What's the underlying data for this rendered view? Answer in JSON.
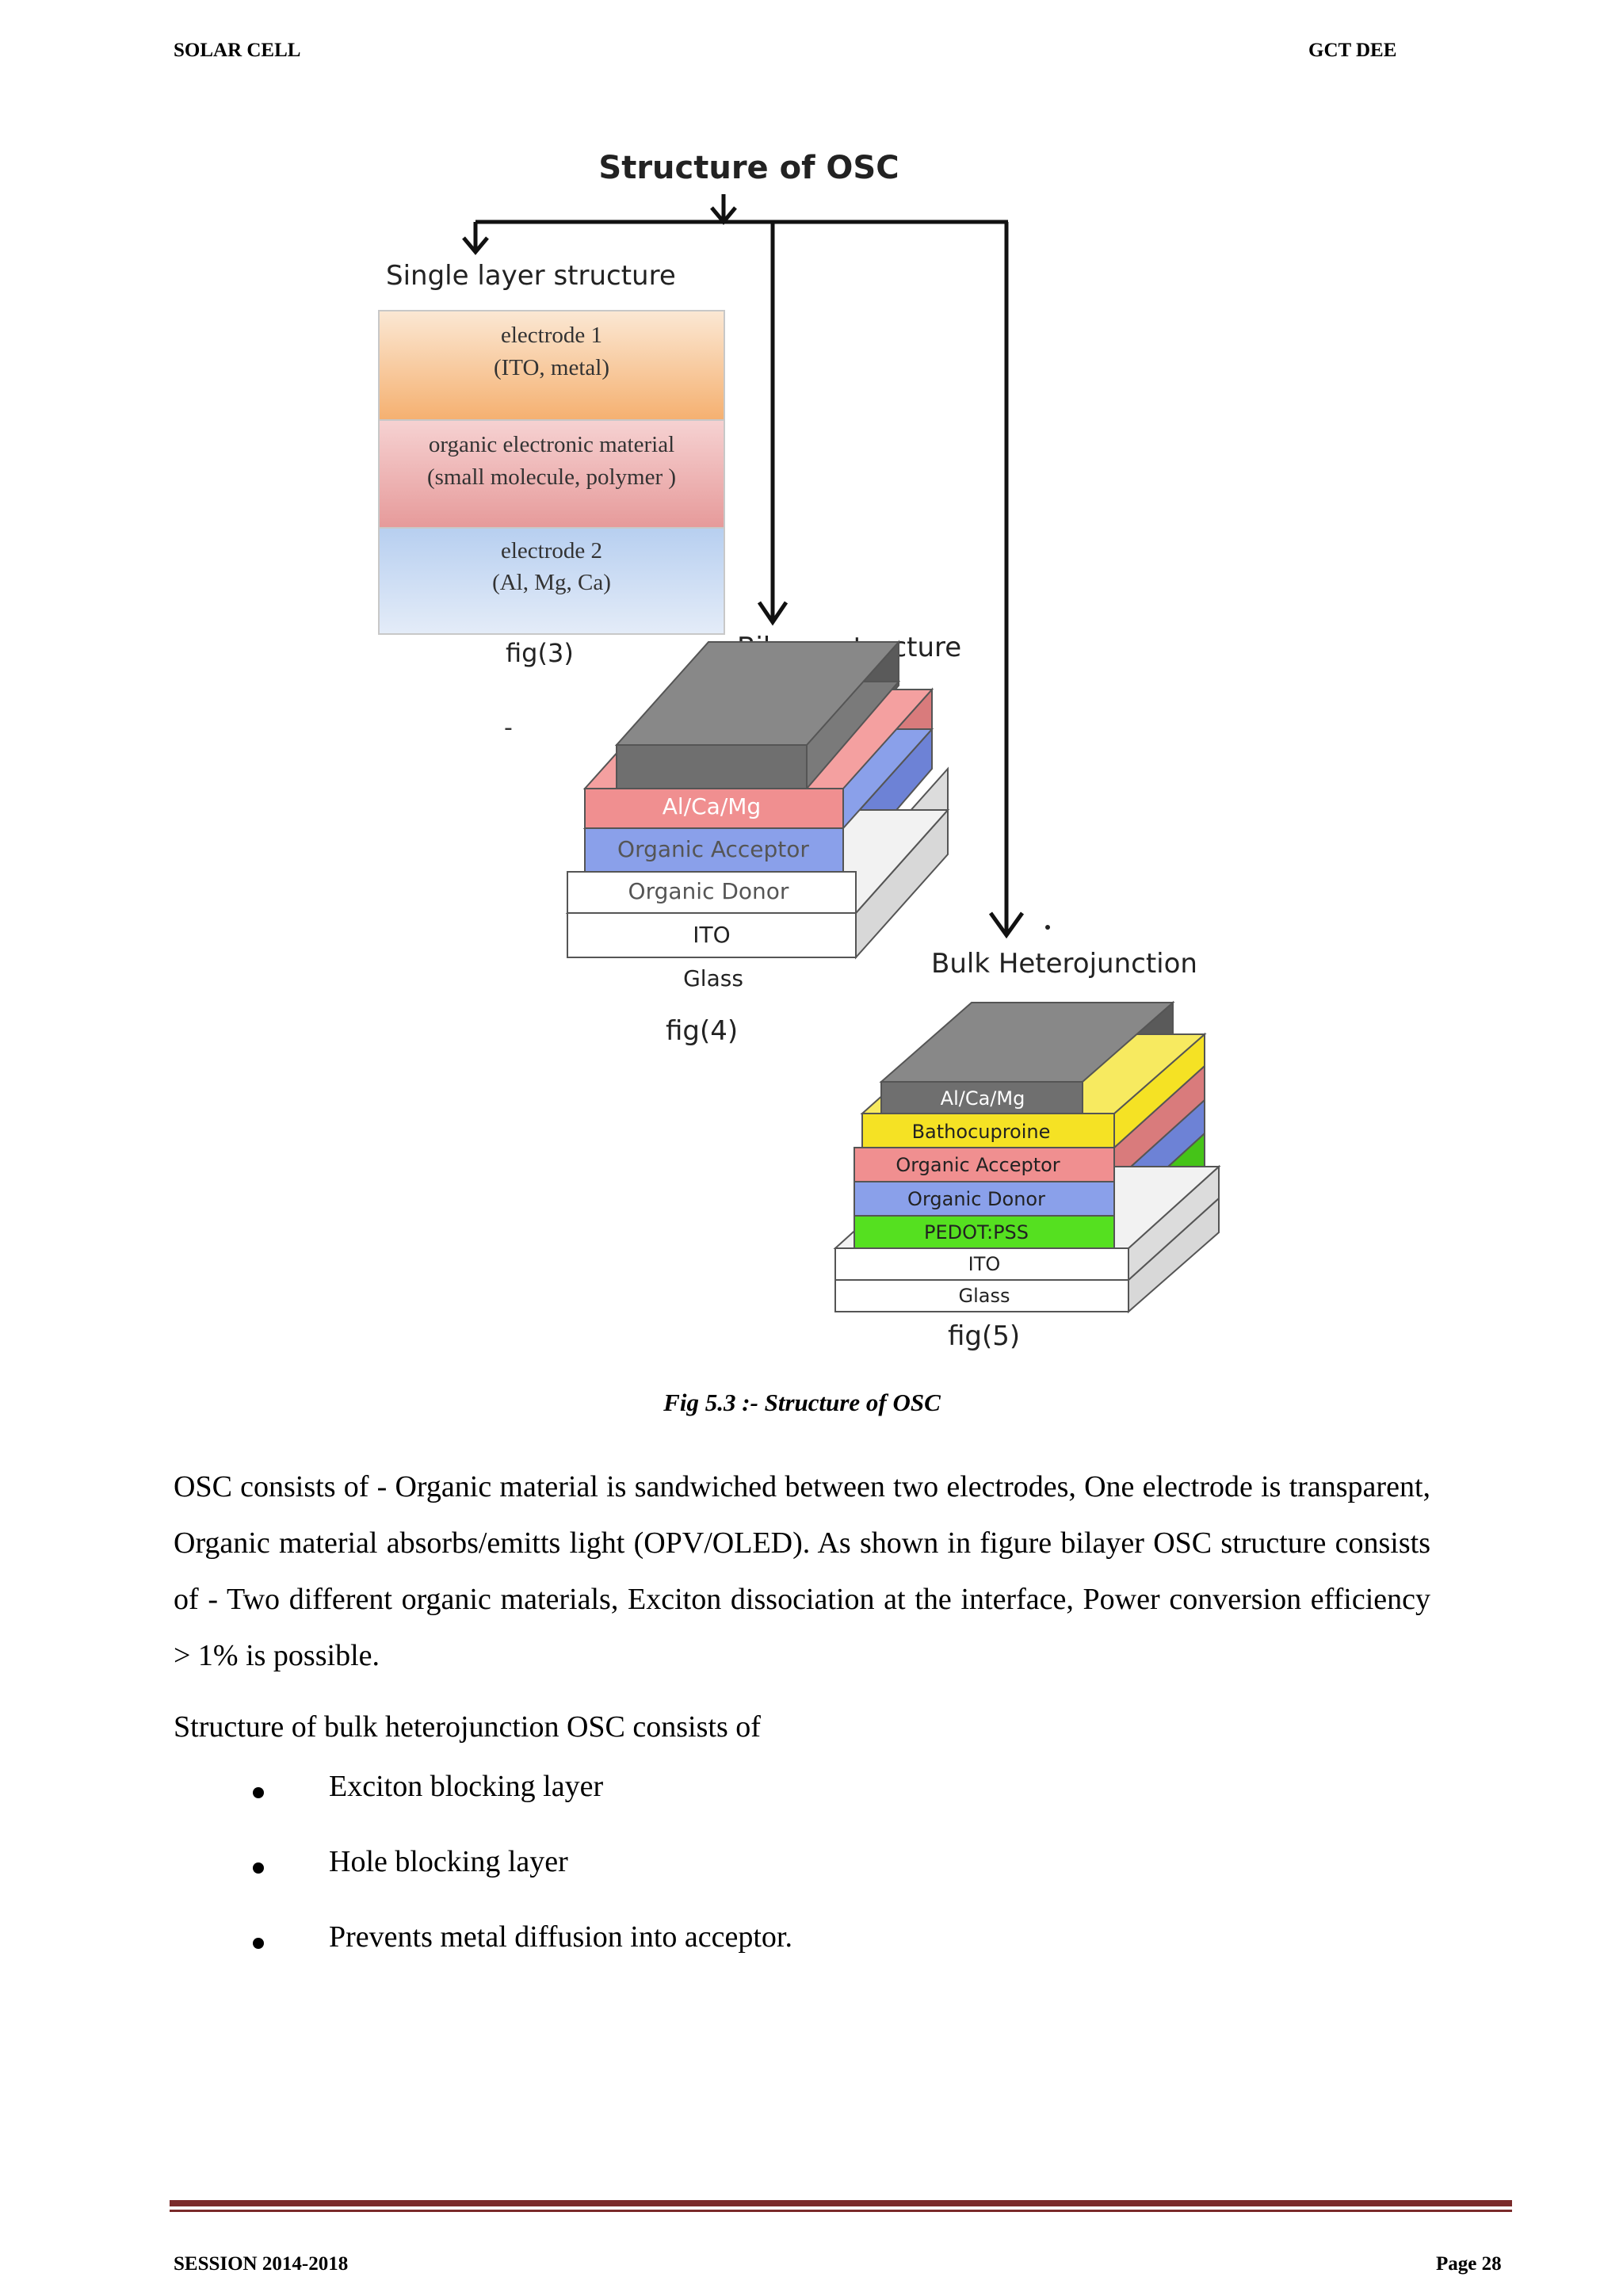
{
  "header": {
    "left": "SOLAR CELL",
    "right": "GCT DEE"
  },
  "figure": {
    "title": "Structure of OSC",
    "single_layer": {
      "label": "Single layer structure",
      "layers": [
        {
          "line1": "electrode 1",
          "line2": "(ITO, metal)"
        },
        {
          "line1": "organic electronic material",
          "line2": "(small molecule, polymer )"
        },
        {
          "line1": "electrode 2",
          "line2": "(Al, Mg, Ca)"
        }
      ],
      "fig_label": "fig(3)"
    },
    "bilayer": {
      "label": "Bilayer structure",
      "layers": [
        "Al/Ca/Mg",
        "Organic Acceptor",
        "Organic Donor",
        "ITO",
        "Glass"
      ],
      "fig_label": "fig(4)"
    },
    "bulk": {
      "label": "Bulk Heterojunction",
      "layers": [
        "Al/Ca/Mg",
        "Bathocuproine",
        "Organic Acceptor",
        "Organic Donor",
        "PEDOT:PSS",
        "ITO",
        "Glass"
      ],
      "fig_label": "fig(5)"
    },
    "stray_mark": "-"
  },
  "caption": "Fig 5.3 :- Structure of OSC",
  "paragraph": "OSC consists of - Organic material is sandwiched between two electrodes, One electrode is transparent, Organic material absorbs/emitts light (OPV/OLED). As shown in figure bilayer OSC structure consists of - Two different organic materials, Exciton dissociation at the interface, Power conversion efficiency > 1% is possible.",
  "list_intro": "Structure of bulk heterojunction OSC consists of",
  "bullets": [
    "Exciton blocking layer",
    "Hole blocking layer",
    "Prevents metal diffusion into acceptor."
  ],
  "footer": {
    "left": "SESSION 2014-2018",
    "right": "Page 28"
  },
  "colors": {
    "footer_rule": "#7a2a2a",
    "metal": "#6f6f6f",
    "acceptor": "#f08f90",
    "donor": "#8aa0ea",
    "bathocuproine": "#f5e224",
    "pedot": "#55e020",
    "ito_glass": "#ffffff"
  }
}
